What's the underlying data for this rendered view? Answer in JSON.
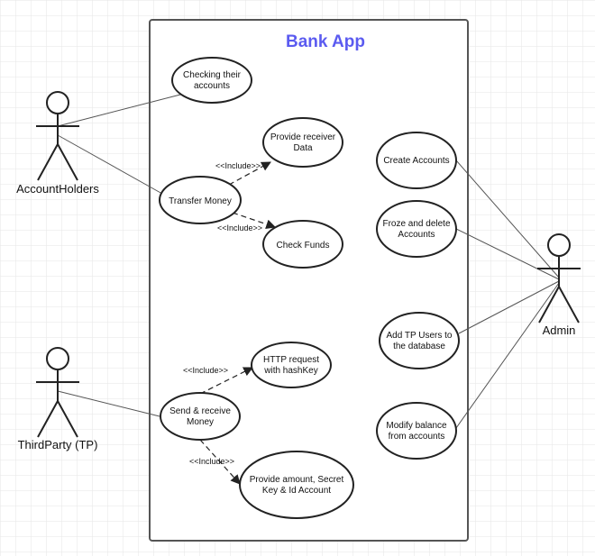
{
  "system": {
    "title": "Bank App",
    "title_color": "#5b5bf0"
  },
  "actors": {
    "account_holders": "AccountHolders",
    "third_party": "ThirdParty (TP)",
    "admin": "Admin"
  },
  "use_cases": {
    "checking_accounts": [
      "Checking their",
      "accounts"
    ],
    "provide_receiver": [
      "Provide receiver",
      "Data"
    ],
    "transfer_money": [
      "Transfer Money"
    ],
    "check_funds": [
      "Check Funds"
    ],
    "create_accounts": [
      "Create Accounts"
    ],
    "froze_delete": [
      "Froze and delete",
      "Accounts"
    ],
    "add_tp_users": [
      "Add TP Users to",
      "the database"
    ],
    "modify_balance": [
      "Modify balance",
      "from accounts"
    ],
    "http_request": [
      "HTTP request",
      "with hashKey"
    ],
    "send_receive": [
      "Send & receive",
      "Money"
    ],
    "provide_amount": [
      "Provide amount, Secret",
      "Key & Id Account"
    ]
  },
  "relations": {
    "include_label": "<<Include>>"
  },
  "colors": {
    "line": "#555555",
    "grid": "#e6e6e6",
    "stroke": "#222222"
  }
}
